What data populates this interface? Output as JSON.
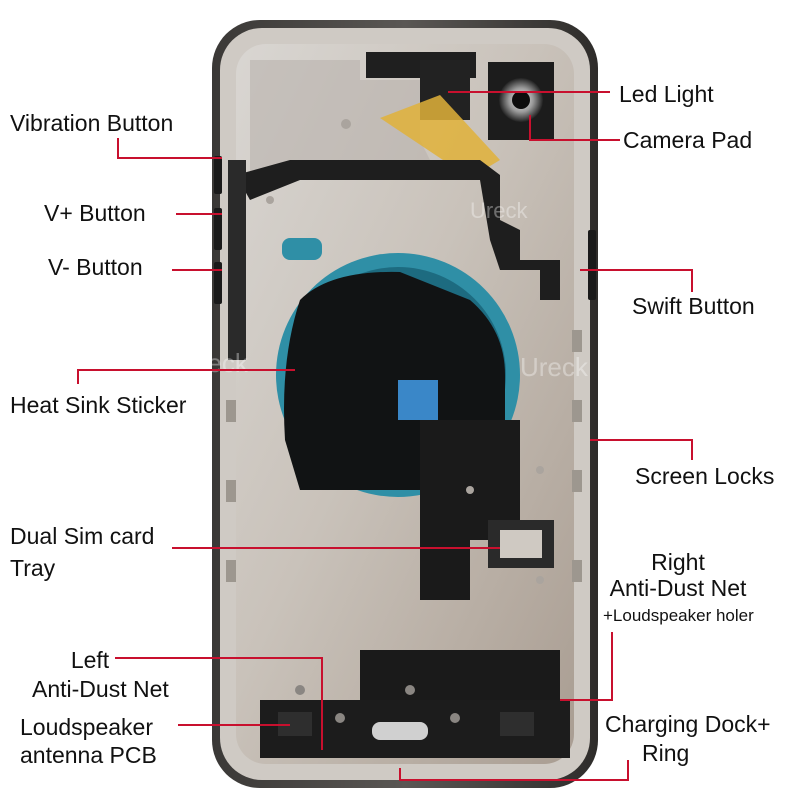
{
  "colors": {
    "leader": "#c8102e",
    "label_text": "#111111",
    "background": "#ffffff"
  },
  "labels": {
    "led_light": "Led Light",
    "camera_pad": "Camera Pad",
    "vibration_button": "Vibration Button",
    "v_plus_button": "V+ Button",
    "v_minus_button": "V- Button",
    "swift_button": "Swift Button",
    "heat_sink_sticker": "Heat Sink Sticker",
    "screen_locks": "Screen Locks",
    "dual_sim_line1": "Dual Sim card",
    "dual_sim_line2": "Tray",
    "right_net_line1": "Right",
    "right_net_line2": "Anti-Dust Net",
    "right_net_line3": "+Loudspeaker holer",
    "left_net_line1": "Left",
    "left_net_line2": "Anti-Dust Net",
    "loudspeaker_line1": "Loudspeaker",
    "loudspeaker_line2": "antenna PCB",
    "charging_line1": "Charging Dock+",
    "charging_line2": "Ring"
  },
  "watermark": "Ureck"
}
